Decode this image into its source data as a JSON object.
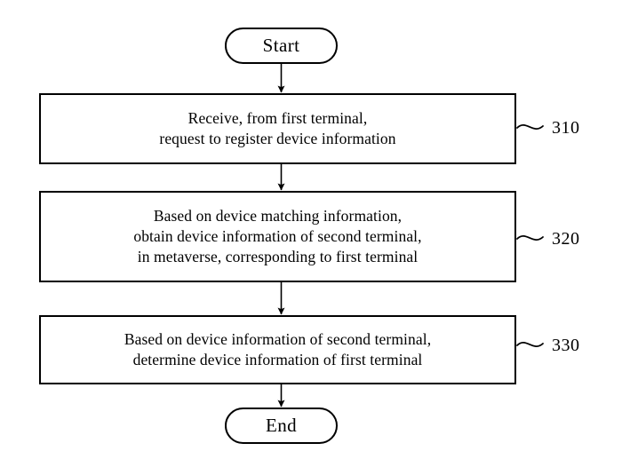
{
  "figure": {
    "type": "flowchart",
    "orientation": "vertical",
    "background_color": "#ffffff",
    "stroke_color": "#000000"
  },
  "nodes": {
    "start": {
      "shape": "terminator",
      "label": "Start"
    },
    "end": {
      "shape": "terminator",
      "label": "End"
    },
    "step_310": {
      "shape": "process",
      "ref": "310",
      "lines": [
        "Receive, from first terminal,",
        "request to register device information"
      ]
    },
    "step_320": {
      "shape": "process",
      "ref": "320",
      "lines": [
        "Based on device matching information,",
        "obtain device information of second terminal,",
        "in metaverse, corresponding to first terminal"
      ]
    },
    "step_330": {
      "shape": "process",
      "ref": "330",
      "lines": [
        "Based on device information of second terminal,",
        "determine device information of first terminal"
      ]
    }
  },
  "connectors": [
    {
      "from": "start",
      "to": "step_310",
      "arrowhead": "filled-triangle"
    },
    {
      "from": "step_310",
      "to": "step_320",
      "arrowhead": "filled-triangle"
    },
    {
      "from": "step_320",
      "to": "step_330",
      "arrowhead": "filled-triangle"
    },
    {
      "from": "step_330",
      "to": "end",
      "arrowhead": "filled-triangle"
    }
  ],
  "leaders": [
    {
      "ref": "310",
      "style": "wavy-tilde"
    },
    {
      "ref": "320",
      "style": "wavy-tilde"
    },
    {
      "ref": "330",
      "style": "wavy-tilde"
    }
  ]
}
